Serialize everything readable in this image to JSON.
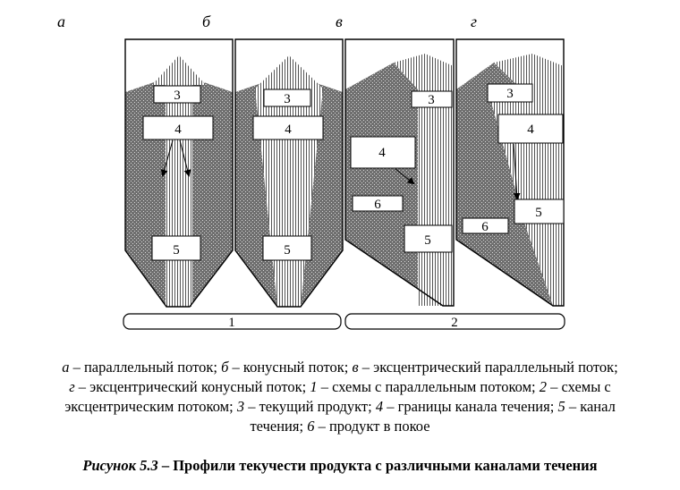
{
  "panels": [
    {
      "letter": "а",
      "labels": [
        "3",
        "4",
        "5"
      ]
    },
    {
      "letter": "б",
      "labels": [
        "3",
        "4",
        "5"
      ]
    },
    {
      "letter": "в",
      "labels": [
        "3",
        "4",
        "6",
        "5"
      ]
    },
    {
      "letter": "г",
      "labels": [
        "3",
        "4",
        "5",
        "6"
      ]
    }
  ],
  "groups": [
    "1",
    "2"
  ],
  "legend": {
    "l1_a": "а",
    "l1_t1": " – параллельный поток; ",
    "l1_b": "б",
    "l1_t2": " – конусный поток; ",
    "l1_v": "в",
    "l1_t3": " – эксцентрический параллельный поток;",
    "l2_g": "г",
    "l2_t1": " – эксцентрический конусный поток; ",
    "l2_1": "1",
    "l2_t2": " – схемы с параллельным потоком; ",
    "l2_2": "2",
    "l2_t3": " – схемы с",
    "l3_t1": "эксцентрическим потоком; ",
    "l3_3": "3",
    "l3_t2": " – текущий продукт; ",
    "l3_4": "4",
    "l3_t3": " – границы канала течения; ",
    "l3_5": "5",
    "l3_t4": " – канал",
    "l4_t1": "течения; ",
    "l4_6": "6",
    "l4_t2": " – продукт в покое"
  },
  "caption": {
    "prefix": "Рисунок 5.3",
    "text": " – Профили текучести продукта с различными каналами течения"
  }
}
